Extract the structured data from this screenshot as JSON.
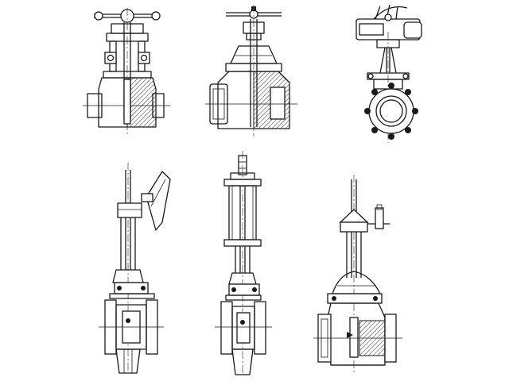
{
  "drawing": {
    "valves": [
      {
        "id": "handwheel-rising-stem-gate-valve-small"
      },
      {
        "id": "handwheel-rising-stem-gate-valve"
      },
      {
        "id": "actuated-knife-gate-valve"
      },
      {
        "id": "handwheel-long-stem-knife-gate-valve"
      },
      {
        "id": "cylinder-actuated-knife-gate-valve"
      },
      {
        "id": "handwheel-extended-stem-knife-gate-valve"
      }
    ],
    "palette": {
      "ink": "#1a1a1a",
      "paper": "#ffffff"
    }
  }
}
